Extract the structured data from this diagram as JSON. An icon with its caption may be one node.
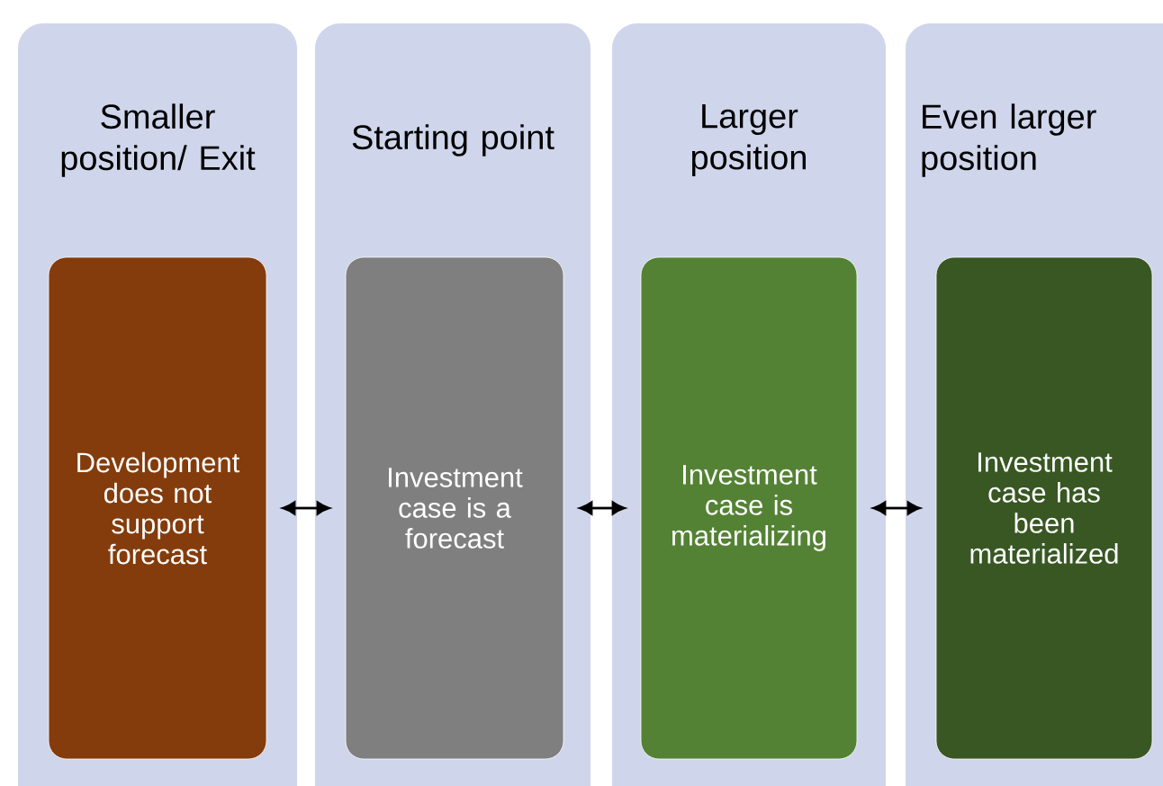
{
  "diagram": {
    "nodes": [
      {
        "text": [
          "Smaller position/ Exit"
        ]
      },
      {
        "text": [
          "Development does not support forecast"
        ],
        "in": 0
      },
      {
        "text": [
          "Starting point"
        ]
      },
      {
        "text": [
          "Investment case is a forecast"
        ],
        "in": 2
      },
      {
        "text": [
          "Larger position"
        ]
      },
      {
        "text": [
          "Investment case is materializing"
        ],
        "in": 4
      },
      {
        "text": [
          "Even larger position"
        ]
      },
      {
        "text": [
          "Investment case has been materialized"
        ],
        "in": 6
      }
    ],
    "edges": [
      {
        "from": 1,
        "to": 3,
        "arrow": "both"
      },
      {
        "from": 3,
        "to": 5,
        "arrow": "both"
      },
      {
        "from": 5,
        "to": 7,
        "arrow": "both"
      }
    ]
  }
}
